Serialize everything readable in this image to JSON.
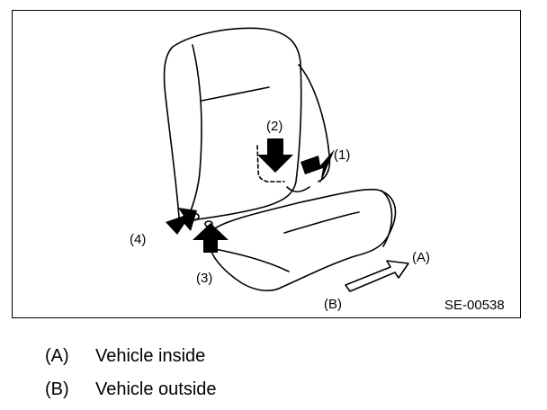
{
  "figure": {
    "id": "SE-00538",
    "callouts": {
      "c1": "(1)",
      "c2": "(2)",
      "c3": "(3)",
      "c4": "(4)",
      "a": "(A)",
      "b": "(B)"
    }
  },
  "legend": [
    {
      "key": "(A)",
      "text": "Vehicle inside"
    },
    {
      "key": "(B)",
      "text": "Vehicle outside"
    }
  ]
}
